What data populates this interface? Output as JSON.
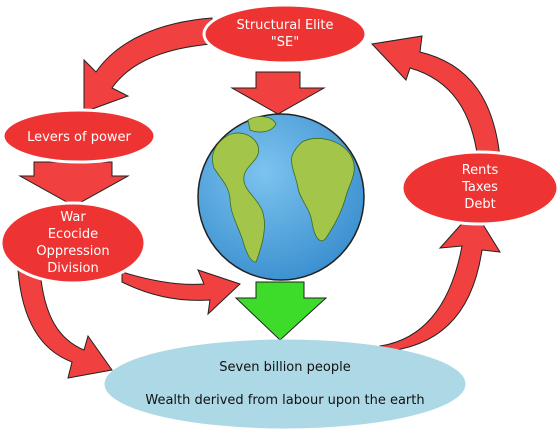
{
  "nodes": {
    "structural_elite": {
      "lines": [
        "Structural Elite",
        "\"SE\""
      ]
    },
    "levers_of_power": {
      "lines": [
        "Levers of power"
      ]
    },
    "war_group": {
      "lines": [
        "War",
        "Ecocide",
        "Oppression",
        "Division"
      ]
    },
    "rents_group": {
      "lines": [
        "Rents",
        "Taxes",
        "Debt"
      ]
    },
    "people": {
      "lines": [
        "Seven billion people",
        "Wealth derived from labour upon the earth"
      ]
    }
  },
  "colors": {
    "node_fill": "#ee3333",
    "node_stroke": "#ffffff",
    "arrow_red": "#f04040",
    "arrow_green": "#3ddc2a",
    "people_fill": "#add8e6",
    "ocean": "#4aa3df",
    "land": "#a3c64a"
  }
}
